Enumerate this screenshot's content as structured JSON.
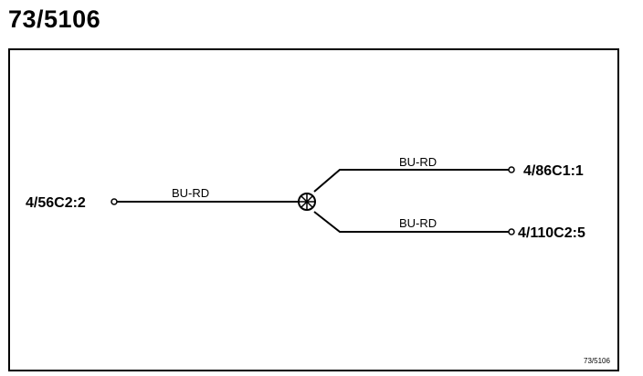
{
  "diagram": {
    "title": "73/5106",
    "reference": "73/5106",
    "splice": {
      "icon": "splice-junction-icon"
    },
    "connectors": {
      "left": "4/56C2:2",
      "top_right": "4/86C1:1",
      "bottom_right": "4/110C2:5"
    },
    "wires": {
      "main": "BU-RD",
      "upper_branch": "BU-RD",
      "lower_branch": "BU-RD"
    },
    "colors": {
      "line": "#000000",
      "background": "#ffffff"
    }
  }
}
